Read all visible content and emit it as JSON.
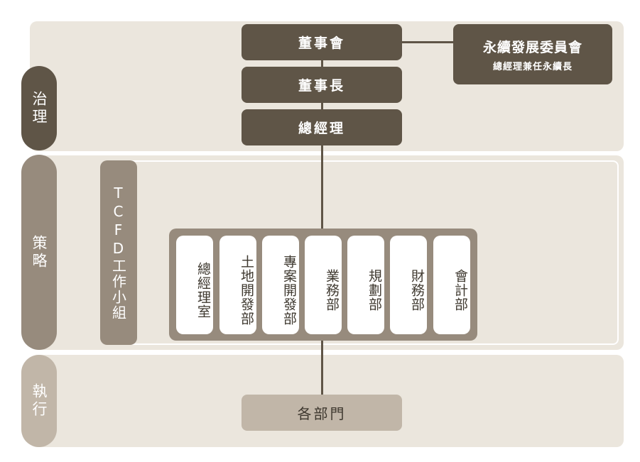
{
  "sections": {
    "governance": "治理",
    "strategy": "策略",
    "execution": "執行"
  },
  "boxes": {
    "board": "董事會",
    "chairman": "董事長",
    "gm": "總經理",
    "committee_title": "永續發展委員會",
    "committee_note": "總經理兼任永續長",
    "tcfd": "TCFD工作小組",
    "all_departments": "各部門"
  },
  "departments": [
    "總經理室",
    "土地開發部",
    "專案開發部",
    "業務部",
    "規劃部",
    "財務部",
    "會計部"
  ],
  "colors": {
    "dark": "#5f5547",
    "medium": "#978b7d",
    "light": "#c1b6a8",
    "band": "#ebe6dd"
  }
}
